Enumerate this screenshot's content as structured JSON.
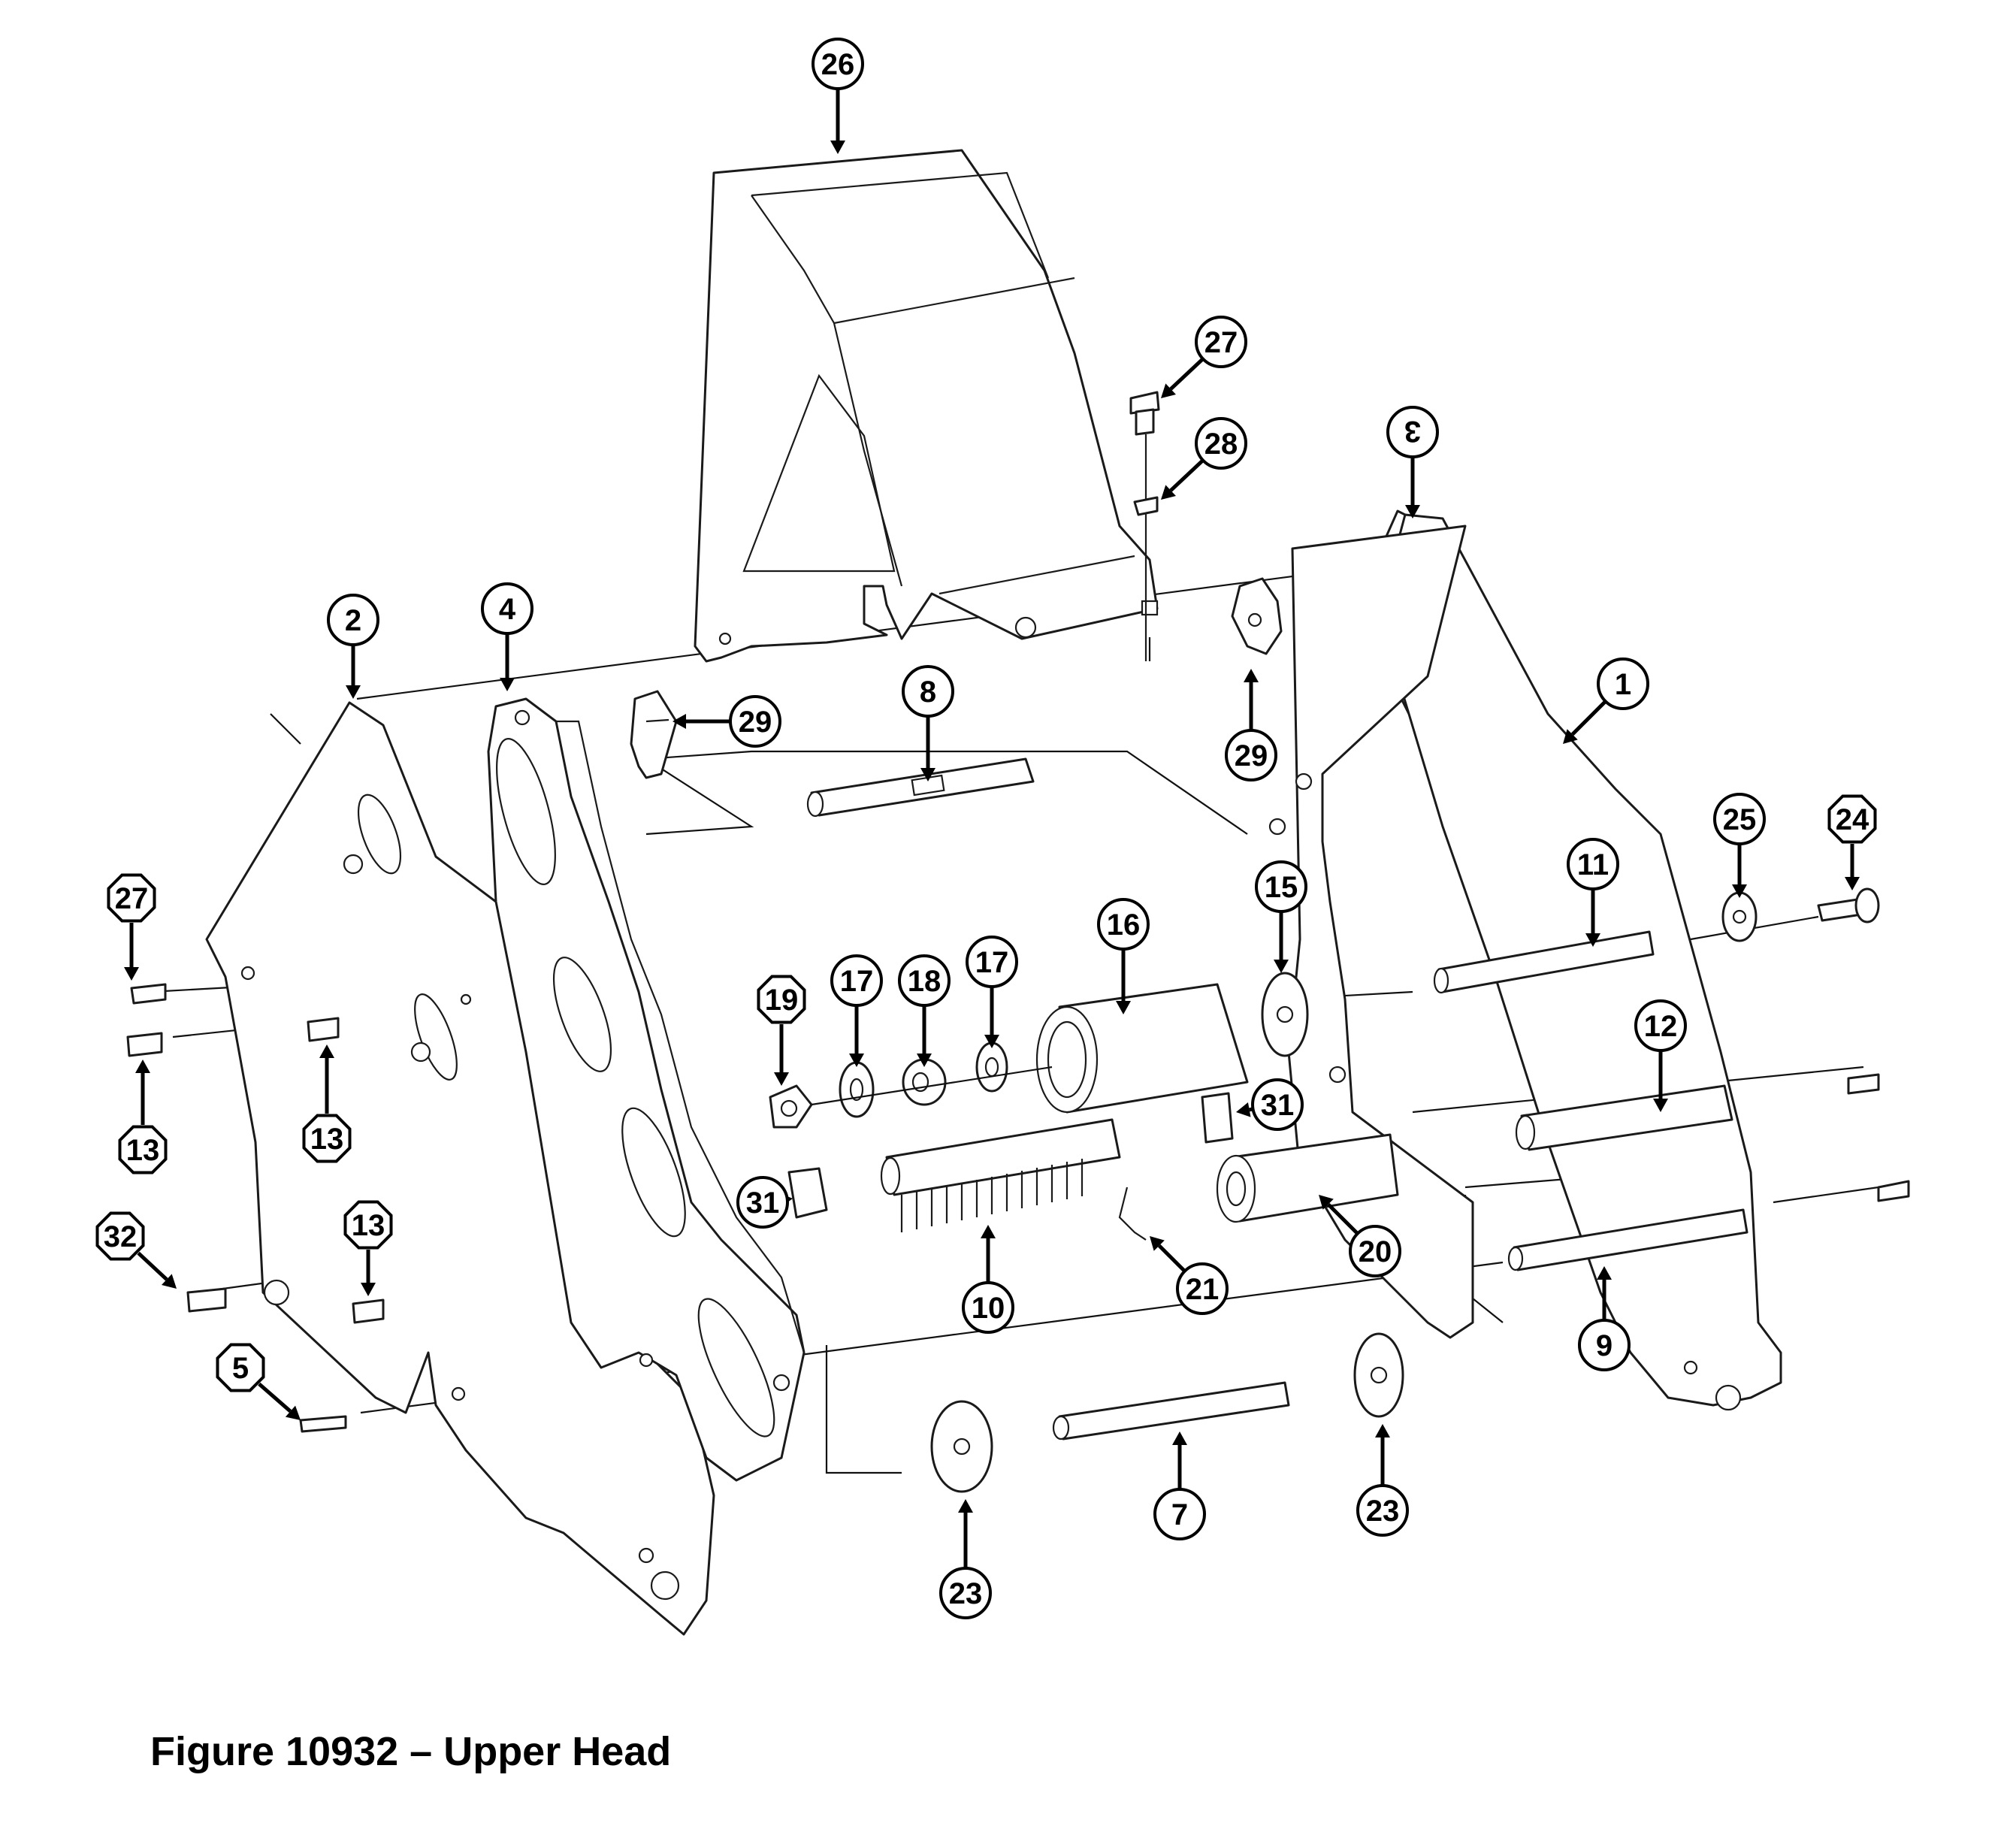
{
  "caption": "Figure 10932 – Upper Head",
  "callouts": [
    "1",
    "2",
    "3",
    "4",
    "5",
    "7",
    "8",
    "9",
    "10",
    "11",
    "12",
    "13",
    "15",
    "16",
    "17",
    "18",
    "19",
    "20",
    "21",
    "23",
    "24",
    "25",
    "26",
    "27",
    "28",
    "29",
    "31",
    "32"
  ]
}
